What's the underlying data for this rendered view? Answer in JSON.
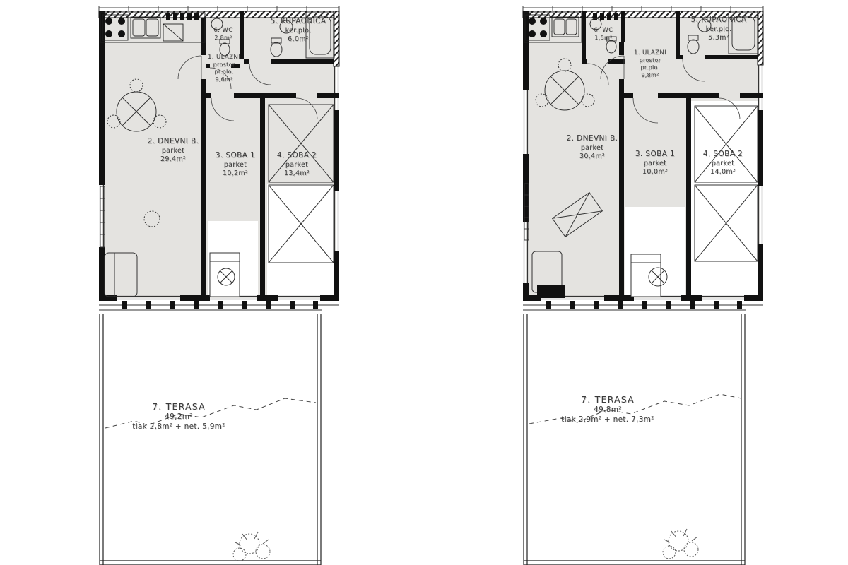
{
  "colors": {
    "wall": "#111111",
    "floor_fill": "#e4e3e0",
    "thin_line": "#2e2e2e",
    "text": "#3b3b3b"
  },
  "plans": [
    {
      "name": "left-apartment",
      "labels": {
        "entry": {
          "l1": "1. ULAZNI",
          "l2": "prostor",
          "l3": "pr.plo.",
          "l4": "9,6m²"
        },
        "living": {
          "l1": "2. DNEVNI B.",
          "l2": "parket",
          "l3": "29,4m²"
        },
        "room1": {
          "l1": "3. SOBA 1",
          "l2": "parket",
          "l3": "10,2m²"
        },
        "room2": {
          "l1": "4. SOBA 2",
          "l2": "parket",
          "l3": "13,4m²"
        },
        "bath": {
          "l1": "5. KUPAONICA",
          "l2": "ker.plo.",
          "l3": "6,0m²"
        },
        "wc": {
          "l1": "6. WC",
          "l2": "2,8m²"
        },
        "terrace": {
          "l1": "7. TERASA",
          "l2": "49,2m²",
          "l3": "tlak 2,8m² + net. 5,9m²"
        }
      }
    },
    {
      "name": "right-apartment",
      "labels": {
        "entry": {
          "l1": "1. ULAZNI",
          "l2": "prostor",
          "l3": "pr.plo.",
          "l4": "9,8m²"
        },
        "living": {
          "l1": "2. DNEVNI B.",
          "l2": "parket",
          "l3": "30,4m²"
        },
        "room1": {
          "l1": "3. SOBA 1",
          "l2": "parket",
          "l3": "10,0m²"
        },
        "room2": {
          "l1": "4. SOBA 2",
          "l2": "parket",
          "l3": "14,0m²"
        },
        "bath": {
          "l1": "5. KUPAONICA",
          "l2": "ker.plo.",
          "l3": "5,3m²"
        },
        "wc": {
          "l1": "6. WC",
          "l2": "1,5m²"
        },
        "terrace": {
          "l1": "7. TERASA",
          "l2": "49,8m²",
          "l3": "tlak 2,9m² + net. 7,3m²"
        }
      }
    }
  ]
}
